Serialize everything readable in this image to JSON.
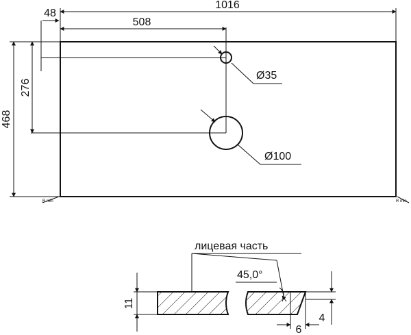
{
  "dimensions": {
    "width": "1016",
    "depth": "468",
    "offset_left": "48",
    "hole_x": "508",
    "hole_y": "276",
    "tap_hole_diameter": "Ø35",
    "drain_hole_diameter": "Ø100"
  },
  "corners": {
    "left_label": "R min",
    "right_label": "R min"
  },
  "section": {
    "face_label": "лицевая часть",
    "chamfer_angle": "45,0°",
    "thickness": "11",
    "chamfer_height": "4",
    "chamfer_width": "6"
  },
  "colors": {
    "line": "#111111",
    "background": "#ffffff"
  }
}
